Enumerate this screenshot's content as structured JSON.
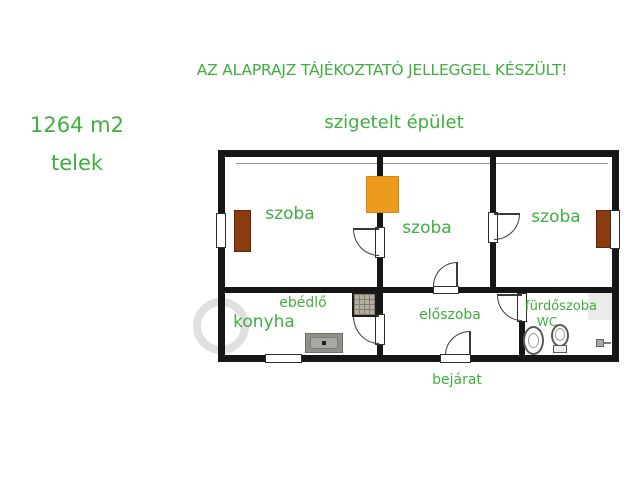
{
  "header": {
    "disclaimer": "AZ ALAPRAJZ TÁJÉKOZTATÓ JELLEGGEL KÉSZÜLT!"
  },
  "plot": {
    "area": "1264 m2",
    "type": "telek"
  },
  "building": {
    "label": "szigetelt épület",
    "entrance": "bejárat"
  },
  "rooms": {
    "szoba1": "szoba",
    "szoba2": "szoba",
    "szoba3": "szoba",
    "ebedlo": "ebédlő",
    "konyha": "konyha",
    "eloszoba": "előszoba",
    "furdoszoba": "fürdőszoba",
    "wc": "WC"
  },
  "colors": {
    "label_green": "#3fae3f",
    "wall_black": "#161616",
    "stove_orange": "#ec9b1d",
    "furniture_brown": "#8a3b10"
  }
}
